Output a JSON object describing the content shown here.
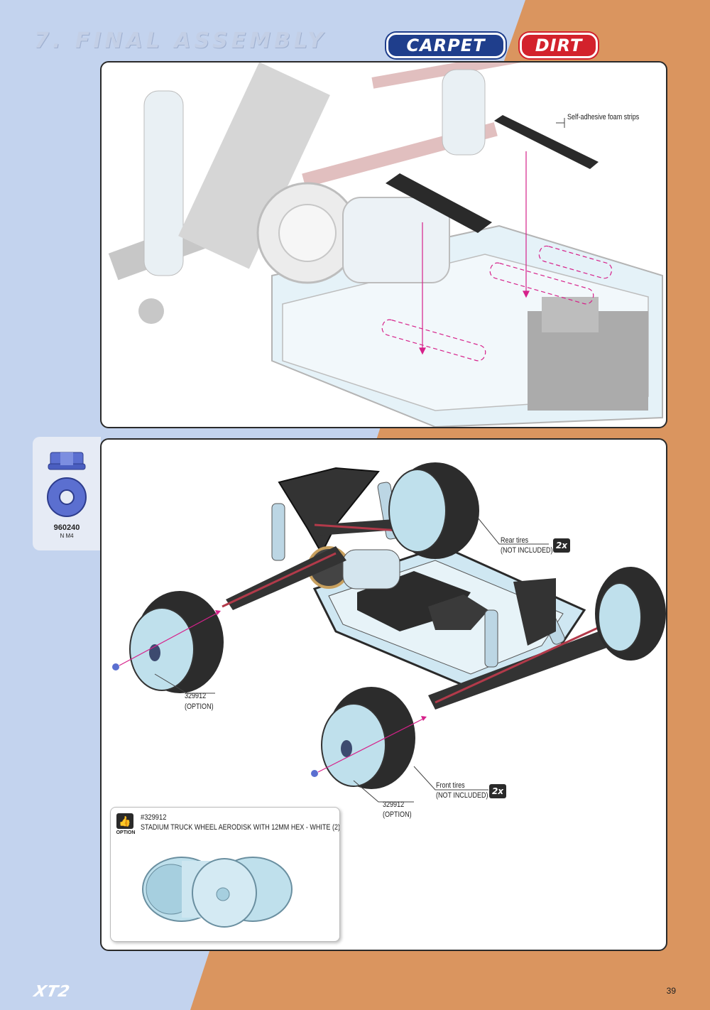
{
  "header": {
    "section_title": "7. FINAL ASSEMBLY",
    "badge_carpet": "CARPET",
    "badge_dirt": "DIRT"
  },
  "colors": {
    "blue_bg": "#c3d3ee",
    "orange_bg": "#da955f",
    "carpet_badge": "#1f3e8c",
    "dirt_badge": "#d3222c",
    "guide_line": "#d6218a",
    "part_blue": "#5b6fd0",
    "chassis_light_blue": "#cfe7f2"
  },
  "step_top": {
    "callout_foam": "Self-adhesive foam strips"
  },
  "parts_bag": {
    "part_number": "960240",
    "part_description": "N M4",
    "icons": [
      "flanged-nut-icon",
      "washer-icon"
    ]
  },
  "step_bottom": {
    "rear_tires_label": "Rear tires",
    "rear_tires_note": "(NOT INCLUDED)",
    "rear_tires_qty": "2x",
    "front_tires_label": "Front tires",
    "front_tires_note": "(NOT INCLUDED)",
    "front_tires_qty": "2x",
    "rear_wheel_part": "329912",
    "rear_wheel_note": "(OPTION)",
    "front_wheel_part": "329912",
    "front_wheel_note": "(OPTION)"
  },
  "option_box": {
    "icon": "thumbs-up-icon",
    "label": "OPTION",
    "part_code": "#329912",
    "part_name": "STADIUM TRUCK WHEEL AERODISK WITH 12MM HEX - WHITE (2)"
  },
  "footer": {
    "brand": "XT2",
    "page_number": "39"
  }
}
